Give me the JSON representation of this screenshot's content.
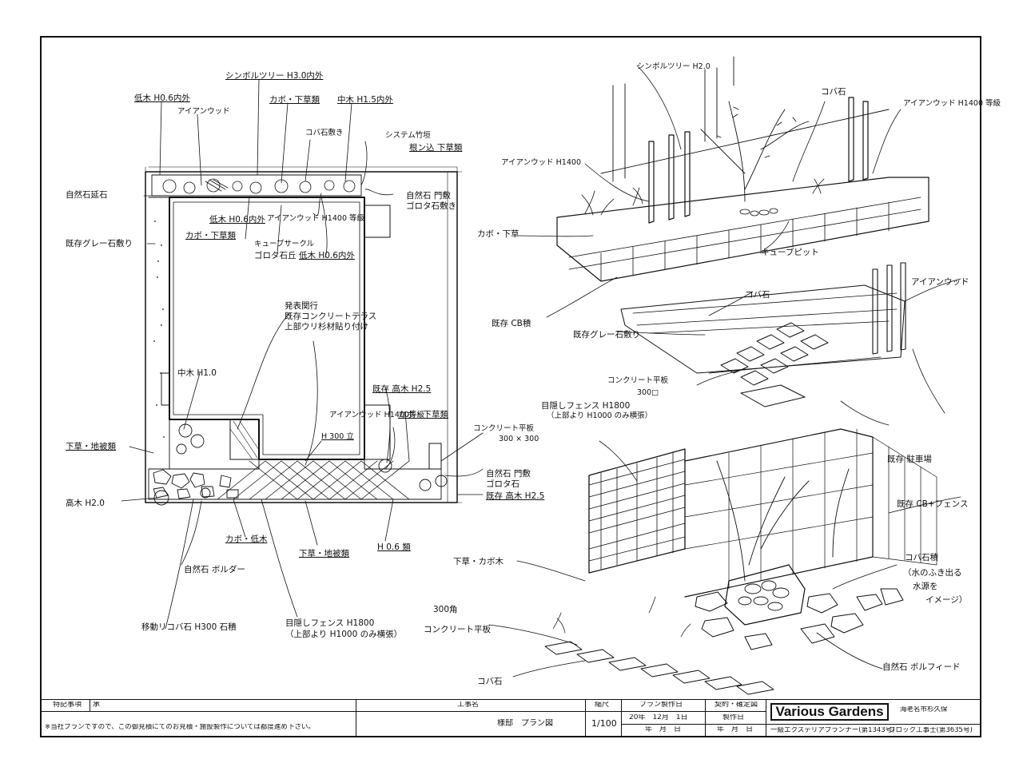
{
  "plan_labels": {
    "symbol_tree": "シンボルツリー H3.0内外",
    "low_tree_1": "低木 H0.6内外",
    "eyeturn": "アイアンウッド",
    "groundcover_1": "カボ・下草類",
    "mid_tree_1": "中木 H1.5内外",
    "kobaishi_1": "コバ石敷き",
    "system_trellis": "システム竹垣",
    "ground_grass_1": "根ン込 下草類",
    "natural_stone_hole": "自然石延石",
    "natural_stone_pave": "自然石 門敷",
    "block_stone_1": "ゴロタ石敷き",
    "existing_gravel": "既存グレー石敷り",
    "low_tree_2": "低木 H0.6内外",
    "ironwood_h1400": "アイアンウッド H1400 等級",
    "kabo_shitagusa_2": "カボ・下草類",
    "cube_circle": "キューブサークル",
    "gorota_stone": "ゴロタ石丘",
    "low_tree_3": "低木 H0.6内外",
    "existing_terrace_1": "発表関行",
    "existing_terrace_2": "既存コンクリートテラス",
    "existing_terrace_3": "上部ウリ杉材貼り付け",
    "mid_tree_h10": "中木 H1.0",
    "high_tree_h25": "既存 高木 H2.5",
    "kabo_shitagusa_3": "カボ・下草類",
    "ironwood_h1400_2": "アイアンウッド H1400等級",
    "h300": "H 300 立",
    "concrete_paving": "コンクリート平板",
    "concrete_paving_size": "300 × 300",
    "natural_stone_2": "自然石 門敷",
    "gorota_2": "ゴロタ石",
    "high_tree_h25_2": "既存 高木 H2.5",
    "shitagusa_plant": "下草・地被類",
    "high_tree_h20": "高木 H2.0",
    "kabo_low": "カボ・低木",
    "shitagusa_plant_2": "下草・地被類",
    "h06": "H 0.6 類",
    "natural_stone_bollard": "自然石 ボルダー",
    "screen_fence": "目隠しフェンス H1800",
    "screen_fence_note": "（上部より H1000 のみ横張）",
    "kobaishi_h300": "移動リコバ石 H300 石積"
  },
  "perspective_labels": {
    "symbol_tree": "シンボルツリー H2.0",
    "kobaishi": "コバ石",
    "ironwood_top": "アイアンウッド H1400 等級",
    "ironwood_left": "アイアンウッド H1400",
    "kabo_shitagusa": "カボ・下草",
    "cube_pit": "キューブピット",
    "existing_cb": "既存 CB積",
    "kobaishi_2": "コバ石",
    "ironwood_right": "アイアンウッド",
    "existing_gravel": "既存グレー石敷り",
    "concrete_paving": "コンクリート平板",
    "concrete_size": "300□",
    "screen_fence": "目隠しフェンス H1800",
    "screen_fence_note": "（上部より H1000 のみ横張）",
    "existing_parking": "既存 駐車場",
    "existing_cb_fence": "既存 CB+フェンス",
    "shitagusa_kabo": "下草・カボ木",
    "kobaishi_stack": "コバ石積",
    "water_note_1": "（水のふき出る",
    "water_note_2": "水源を",
    "water_note_3": "イメージ）",
    "concrete_300": "300角",
    "concrete_paving_2": "コンクリート平板",
    "natural_stone_field": "自然石 ボルフィード",
    "kobaishi_3": "コバ石"
  },
  "title_block": {
    "special_notes_label": "特記事項",
    "special_notes_value": "承",
    "notes_text": "※当社プランですので、この御見積にてのお見積・施設製作については都度進め下さい。",
    "project_label": "工事名",
    "project_name": "様邸　プラン図",
    "scale_label": "縮尺",
    "scale_value": "1/100",
    "plan_date_label": "プラン製作日",
    "plan_date_value": "20年　12月　1日",
    "plan_date_second": "年　月　日",
    "contract_label": "契約・確定図",
    "production_date_label": "製作日",
    "production_date_value": "年　月　日",
    "brand_name": "Various Gardens",
    "brand_address": "海老名市杉久保",
    "license_1": "一級エクステリアプランナー(第1343号)",
    "license_2": "ブロック工事士(第3635号)"
  }
}
